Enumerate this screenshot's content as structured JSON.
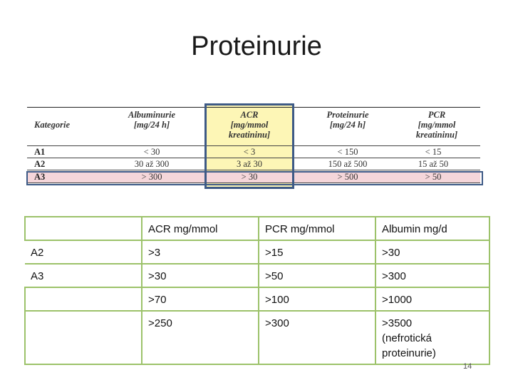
{
  "slide": {
    "title": "Proteinurie",
    "page_number": "14"
  },
  "image_table": {
    "headers": {
      "kategorie": "Kategorie",
      "albuminurie": [
        "Albuminurie",
        "[mg/24 h]"
      ],
      "acr": [
        "ACR",
        "[mg/mmol",
        "kreatininu]"
      ],
      "proteinurie": [
        "Proteinurie",
        "[mg/24 h]"
      ],
      "pcr": [
        "PCR",
        "[mg/mmol",
        "kreatininu]"
      ]
    },
    "rows": [
      {
        "cat": "A1",
        "alb": "< 30",
        "acr": "< 3",
        "prot": "< 150",
        "pcr": "< 15"
      },
      {
        "cat": "A2",
        "alb": "30 až 300",
        "acr": "3 až 30",
        "prot": "150 až 500",
        "pcr": "15 až 50"
      },
      {
        "cat": "A3",
        "alb": "> 300",
        "acr": "> 30",
        "prot": "> 500",
        "pcr": "> 50"
      }
    ],
    "colors": {
      "acr_highlight": "#fdf6b6",
      "a3_highlight": "#f5d6da",
      "frame": "#3e5a86"
    }
  },
  "main_table": {
    "header": [
      "",
      "ACR mg/mmol",
      "PCR mg/mmol",
      "Albumin mg/d"
    ],
    "rows": [
      [
        "A2",
        ">3",
        ">15",
        ">30"
      ],
      [
        "A3",
        ">30",
        ">50",
        ">300"
      ],
      [
        "",
        ">70",
        ">100",
        ">1000"
      ],
      [
        "",
        ">250",
        ">300",
        ">3500"
      ]
    ],
    "last_row_note": [
      "(nefrotická",
      "proteinurie)"
    ],
    "border_color": "#9cc26a"
  }
}
